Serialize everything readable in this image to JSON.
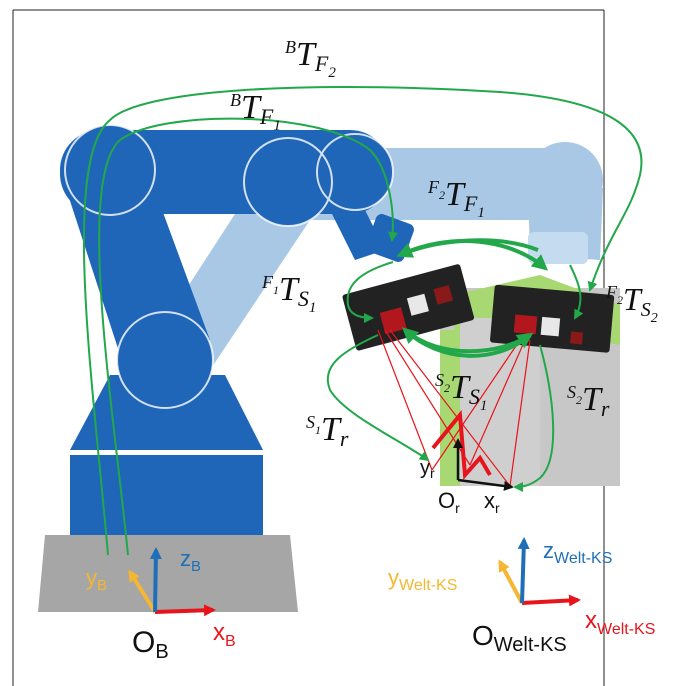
{
  "labels": {
    "b_t_f2": {
      "sup": "B",
      "main": "T",
      "sub": "F",
      "subsub": "2"
    },
    "b_t_f1": {
      "sup": "B",
      "main": "T",
      "sub": "F",
      "subsub": "1"
    },
    "f2_t_f1": {
      "sup": "F",
      "supsub": "2",
      "main": "T",
      "sub": "F",
      "subsub": "1"
    },
    "f1_t_s1": {
      "sup": "F",
      "supsub": "1",
      "main": "T",
      "sub": "S",
      "subsub": "1"
    },
    "f2_t_s2": {
      "sup": "F",
      "supsub": "2",
      "main": "T",
      "sub": "S",
      "subsub": "2"
    },
    "s2_t_s1": {
      "sup": "S",
      "supsub": "2",
      "main": "T",
      "sub": "S",
      "subsub": "1"
    },
    "s2_t_r": {
      "sup": "S",
      "supsub": "2",
      "main": "T",
      "sub": "r"
    },
    "s1_t_r": {
      "sup": "S",
      "supsub": "1",
      "main": "T",
      "sub": "r"
    }
  },
  "axes": {
    "base": {
      "origin": "O",
      "origin_sub": "B",
      "x": "x",
      "x_sub": "B",
      "y": "y",
      "y_sub": "B",
      "z": "z",
      "z_sub": "B"
    },
    "world": {
      "origin": "O",
      "origin_sub": "Welt-KS",
      "x": "x",
      "x_sub": "Welt-KS",
      "y": "y",
      "y_sub": "Welt-KS",
      "z": "z",
      "z_sub": "Welt-KS"
    },
    "ref": {
      "origin": "O",
      "origin_sub": "r",
      "x": "x",
      "x_sub": "r",
      "y": "y",
      "y_sub": "r"
    }
  },
  "colors": {
    "robot": "#1f65b8",
    "robot_ghost": "#a9c8e6",
    "arrow": "#22a84a",
    "x_axis": "#e8141c",
    "y_axis": "#f5b731",
    "z_axis": "#1f6fb8",
    "base_plate": "#a6a6a6",
    "target_green": "#a8d872",
    "target_gray": "#c7c7c7",
    "sensor": "#222222"
  }
}
